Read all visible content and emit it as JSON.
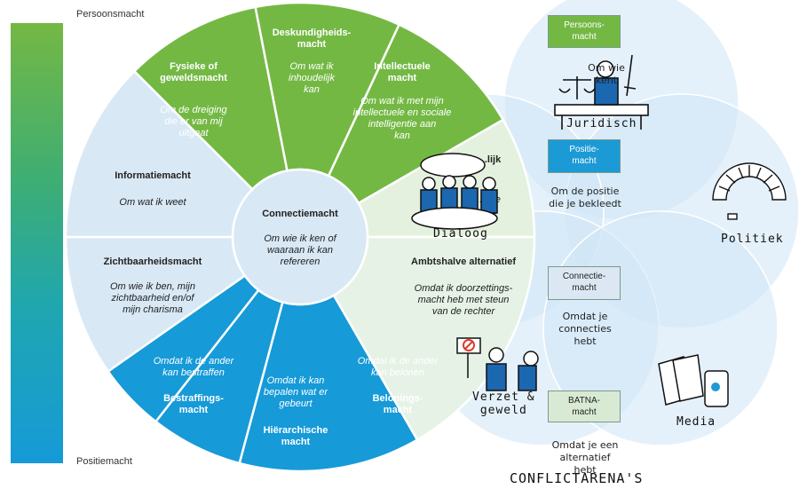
{
  "axis": {
    "top_label": "Persoonsmacht",
    "bottom_label": "Positiemacht"
  },
  "wheel": {
    "center": {
      "title": "Connectiemacht",
      "desc": [
        "Om wie ik ken of",
        "waaraan ik kan",
        "refereren"
      ]
    },
    "segments": [
      {
        "id": "deskundigheid",
        "title": [
          "Deskundigheids-",
          "macht"
        ],
        "desc": [
          "Om wat ik",
          "inhoudelijk",
          "kan"
        ],
        "title_first": true
      },
      {
        "id": "intellectueel",
        "title": [
          "Intellectuele",
          "macht"
        ],
        "desc": [
          "Om wat ik met mijn",
          "intellectuele en sociale",
          "intelligentie aan",
          "kan"
        ],
        "title_first": true
      },
      {
        "id": "fysiek",
        "title": [
          "Fysieke of",
          "geweldsmacht"
        ],
        "desc": [
          "Om de dreiging",
          "die er van mij",
          "uitgaat"
        ],
        "title_first": true
      },
      {
        "id": "informatie",
        "title": [
          "Informatiemacht"
        ],
        "desc": [
          "Om wat ik weet"
        ],
        "title_first": true
      },
      {
        "id": "zichtbaarheid",
        "title": [
          "Zichtbaarheidsmacht"
        ],
        "desc": [
          "Om wie ik ben, mijn",
          "zichtbaarheid en/of",
          "mijn charisma"
        ],
        "title_first": true
      },
      {
        "id": "ambtshalve",
        "title": [
          "Ambtshalve alternatief"
        ],
        "desc": [
          "Omdat ik doorzettings-",
          "macht heb met steun",
          "van de rechter"
        ],
        "title_first": true
      },
      {
        "id": "persoonlijk",
        "title": [
          "...lijk"
        ],
        "desc": [
          "...ste",
          "...is"
        ],
        "title_first": true
      },
      {
        "id": "bestraffing",
        "title": [
          "Bestraffings-",
          "macht"
        ],
        "desc": [
          "Omdat ik de ander",
          "kan bestraffen"
        ],
        "title_first": false
      },
      {
        "id": "hierarchisch",
        "title": [
          "Hiërarchische",
          "macht"
        ],
        "desc": [
          "Omdat ik kan",
          "bepalen wat er",
          "gebeurt"
        ],
        "title_first": false
      },
      {
        "id": "beloning",
        "title": [
          "Belonings-",
          "macht"
        ],
        "desc": [
          "Omdat ik de ander",
          "kan belonen"
        ],
        "title_first": false
      }
    ]
  },
  "arena": {
    "title": "CONFLICTARENA'S",
    "arenas": [
      {
        "id": "juridisch",
        "label": "Juridisch"
      },
      {
        "id": "politiek",
        "label": "Politiek"
      },
      {
        "id": "dialoog",
        "label": "Dialoog"
      },
      {
        "id": "verzet",
        "label": "Verzet &\ngeweld"
      },
      {
        "id": "media",
        "label": "Media"
      }
    ],
    "boxes": [
      {
        "id": "persoonsmacht",
        "label": "Persoons-\nmacht",
        "caption": "Om wie\nkent",
        "color": "#74b844",
        "text_color": "#ffffff"
      },
      {
        "id": "positiemacht",
        "label": "Positie-\nmacht",
        "caption": "Om de positie\ndie je bekleedt",
        "color": "#1b9ad6",
        "text_color": "#ffffff"
      },
      {
        "id": "connectiemacht",
        "label": "Connectie-\nmacht",
        "caption": "Omdat je\nconnecties\nhebt",
        "color": "#dbe8f3",
        "text_color": "#222222"
      },
      {
        "id": "batnamacht",
        "label": "BATNA-\nmacht",
        "caption": "Omdat je een\nalternatief\nhebt",
        "color": "#d9ead4",
        "text_color": "#222222"
      }
    ]
  },
  "colors": {
    "green": "#74b844",
    "blue": "#169ad8",
    "light": "#d8e8f5",
    "venn": "#cfe6f5"
  }
}
